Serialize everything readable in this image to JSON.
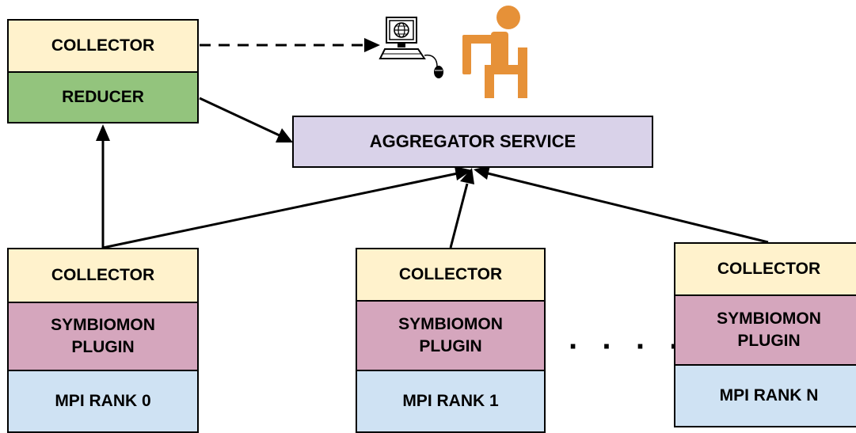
{
  "top_node": {
    "collector": "COLLECTOR",
    "reducer": "REDUCER"
  },
  "aggregator": "AGGREGATOR SERVICE",
  "ranks": [
    {
      "collector": "COLLECTOR",
      "plugin_line1": "SYMBIOMON",
      "plugin_line2": "PLUGIN",
      "rank": "MPI RANK 0"
    },
    {
      "collector": "COLLECTOR",
      "plugin_line1": "SYMBIOMON",
      "plugin_line2": "PLUGIN",
      "rank": "MPI RANK 1"
    },
    {
      "collector": "COLLECTOR",
      "plugin_line1": "SYMBIOMON",
      "plugin_line2": "PLUGIN",
      "rank": "MPI RANK N"
    }
  ],
  "ellipsis": "· · · · ·",
  "icons": [
    "computer-globe-icon",
    "seated-user-icon"
  ],
  "colors": {
    "collector": "#fff2cc",
    "reducer": "#93c47d",
    "aggregator": "#d9d2e9",
    "plugin": "#d5a6bd",
    "rank": "#cfe2f3",
    "user": "#e69138"
  }
}
